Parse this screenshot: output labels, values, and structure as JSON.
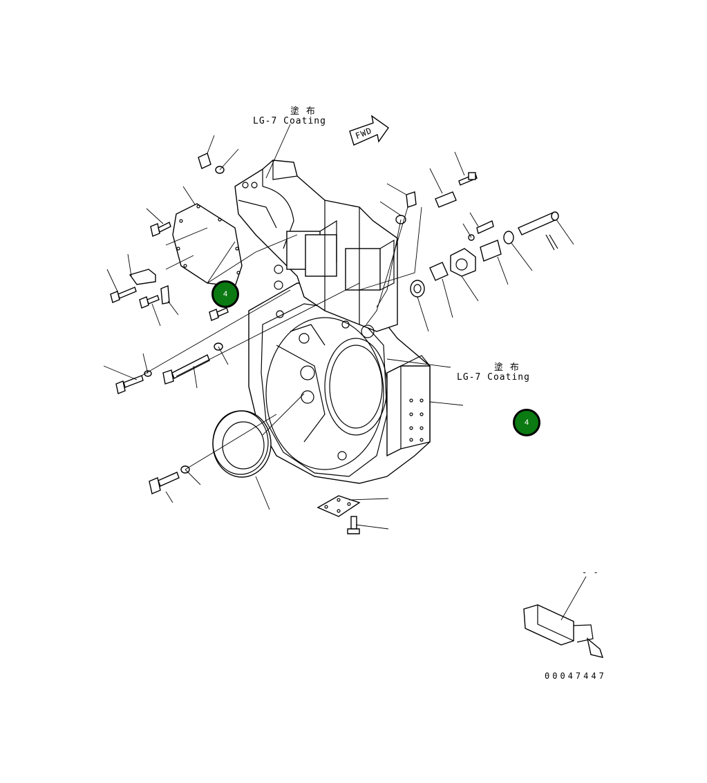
{
  "annotations": {
    "coating_top_jp": "塗 布",
    "coating_top_en": "LG-7 Coating",
    "coating_right_jp": "塗 布",
    "coating_right_en": "LG-7 Coating",
    "direction_arrow": "FWD",
    "drawing_number": "00047447",
    "detail_mark": "- -"
  },
  "callouts": {
    "badge_left": "4",
    "badge_right": "4"
  },
  "colors": {
    "badge_fill": "#0b7a12",
    "line": "#000000",
    "background": "#ffffff"
  }
}
